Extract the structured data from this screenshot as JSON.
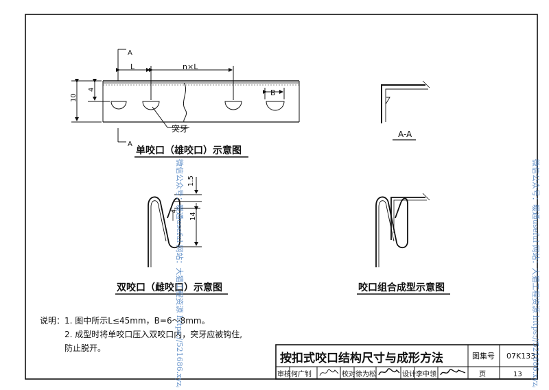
{
  "section_marks": {
    "a_top": "A",
    "a_bottom": "A"
  },
  "single_lock": {
    "dim_L": "L",
    "dim_nL": "n×L",
    "dim_4": "4",
    "dim_10": "10",
    "dim_B": "B",
    "tooth_label": "突牙",
    "caption": "单咬口（雄咬口）示意图"
  },
  "section_aa": {
    "label": "A-A"
  },
  "double_lock": {
    "dim_1_5": "1.5",
    "dim_4": "4",
    "dim_14": "14",
    "caption": "双咬口（雌咬口）示意图"
  },
  "combined": {
    "caption": "咬口组合成型示意图"
  },
  "notes": {
    "heading": "说明：",
    "line1": "1. 图中所示L≤45mm，B=6～8mm。",
    "line2": "2. 成型时将单咬口压入双咬口内，突牙应被钩住,",
    "line3": "防止脱开。"
  },
  "title_block": {
    "title": "按扣式咬口结构尺寸与成形方法",
    "atlas_label": "图集号",
    "atlas_no": "07K133",
    "review_label": "审核",
    "reviewer": "何广钊",
    "check_label": "校对",
    "checker": "徐为松",
    "design_label": "设计",
    "designer": "李中领",
    "page_label": "页",
    "page_no": "13"
  },
  "watermark": {
    "left": "微信公众号：暖通useful  网站：大猫工程资源  https://521686.xyz/",
    "right": "微信公众号：暖通useful  网站：大猫工程资源  https://521686.xyz/"
  }
}
